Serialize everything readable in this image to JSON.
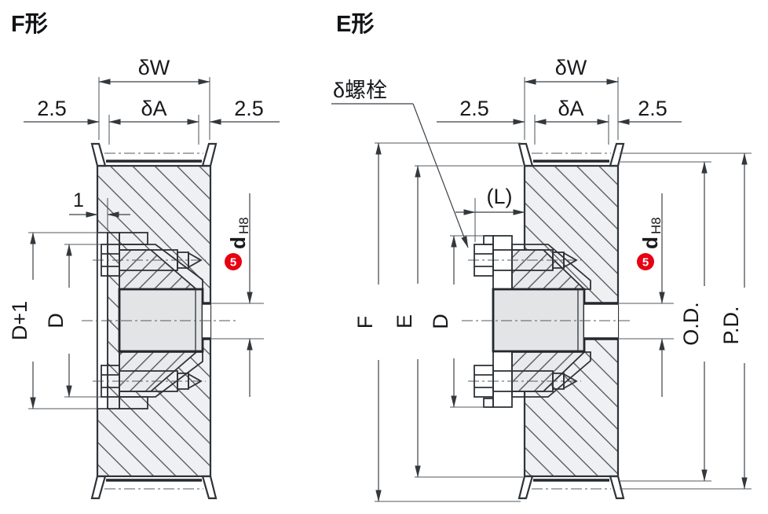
{
  "colors": {
    "accent_red": "#e60012",
    "outline": "#2e3338",
    "dim_line": "#3c4147",
    "body_fill": "#eef0f2",
    "bore_fill": "#e2e4e6"
  },
  "f_type": {
    "title": "F形",
    "width_label": "δW",
    "belt_width_label": "δA",
    "margin_left": "2.5",
    "margin_right": "2.5",
    "recess_depth": "1",
    "hub_recess_dia": "D+1",
    "hub_dia": "D",
    "bore_ref_num": "5",
    "bore_symbol": "d",
    "bore_tolerance": "H8"
  },
  "e_type": {
    "title": "E形",
    "bolt_callout": "δ螺栓",
    "width_label": "δW",
    "belt_width_label": "δA",
    "margin_left": "2.5",
    "margin_right": "2.5",
    "hub_protrusion": "(L)",
    "flange_dia": "F",
    "body_dia": "E",
    "hub_dia": "D",
    "outside_dia": "O.D.",
    "pitch_dia": "P.D.",
    "bore_ref_num": "5",
    "bore_symbol": "d",
    "bore_tolerance": "H8"
  }
}
